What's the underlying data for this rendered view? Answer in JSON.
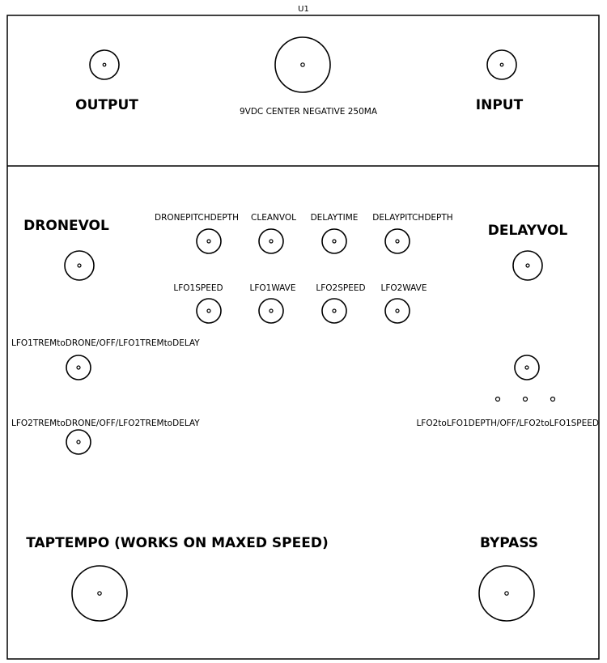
{
  "enclosure": {
    "title": "U1"
  },
  "labels": {
    "output": "OUTPUT",
    "input": "INPUT",
    "power": "9VDC CENTER NEGATIVE 250MA",
    "dronevol": "DRONEVOL",
    "delayvol": "DELAYVOL",
    "dronepitchdepth": "DRONEPITCHDEPTH",
    "cleanvol": "CLEANVOL",
    "delaytime": "DELAYTIME",
    "delaypitchdepth": "DELAYPITCHDEPTH",
    "lfo1speed": "LFO1SPEED",
    "lfo1wave": "LFO1WAVE",
    "lfo2speed": "LFO2SPEED",
    "lfo2wave": "LFO2WAVE",
    "lfo1trem": "LFO1TREMtoDRONE/OFF/LFO1TREMtoDELAY",
    "lfo2trem": "LFO2TREMtoDRONE/OFF/LFO2TREMtoDELAY",
    "lfo2tolfo1": "LFO2toLFO1DEPTH/OFF/LFO2toLFO1SPEED",
    "taptempo": "TAPTEMPO (WORKS ON MAXED SPEED)",
    "bypass": "BYPASS"
  }
}
